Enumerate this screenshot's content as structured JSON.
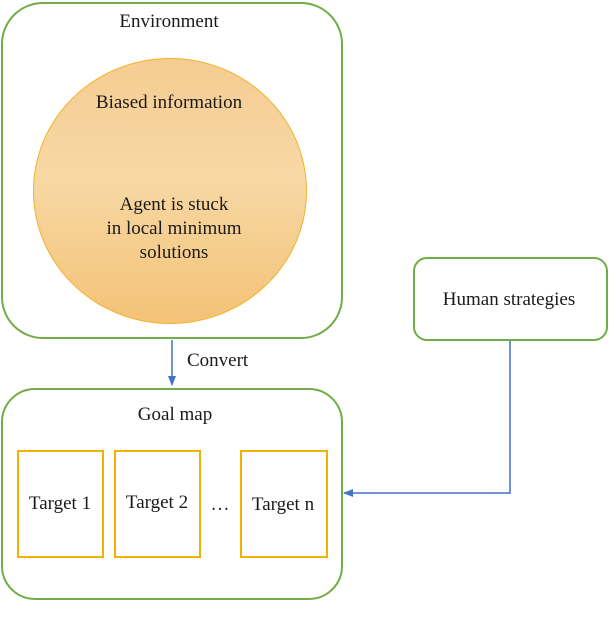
{
  "environment": {
    "title": "Environment",
    "circle": {
      "top_text": "Biased information",
      "lines": [
        "Agent is stuck",
        "in local minimum",
        "solutions"
      ]
    }
  },
  "convert_label": "Convert",
  "human_strategies": {
    "label": "Human strategies"
  },
  "goal_map": {
    "title": "Goal map",
    "targets": [
      "Target 1",
      "Target 2",
      "Target n"
    ],
    "ellipsis": "…"
  },
  "colors": {
    "box_border": "#70ad47",
    "circle_fill": "#f7d29a",
    "circle_border": "#f0b429",
    "target_border": "#f2b100",
    "arrow": "#4472c4"
  }
}
